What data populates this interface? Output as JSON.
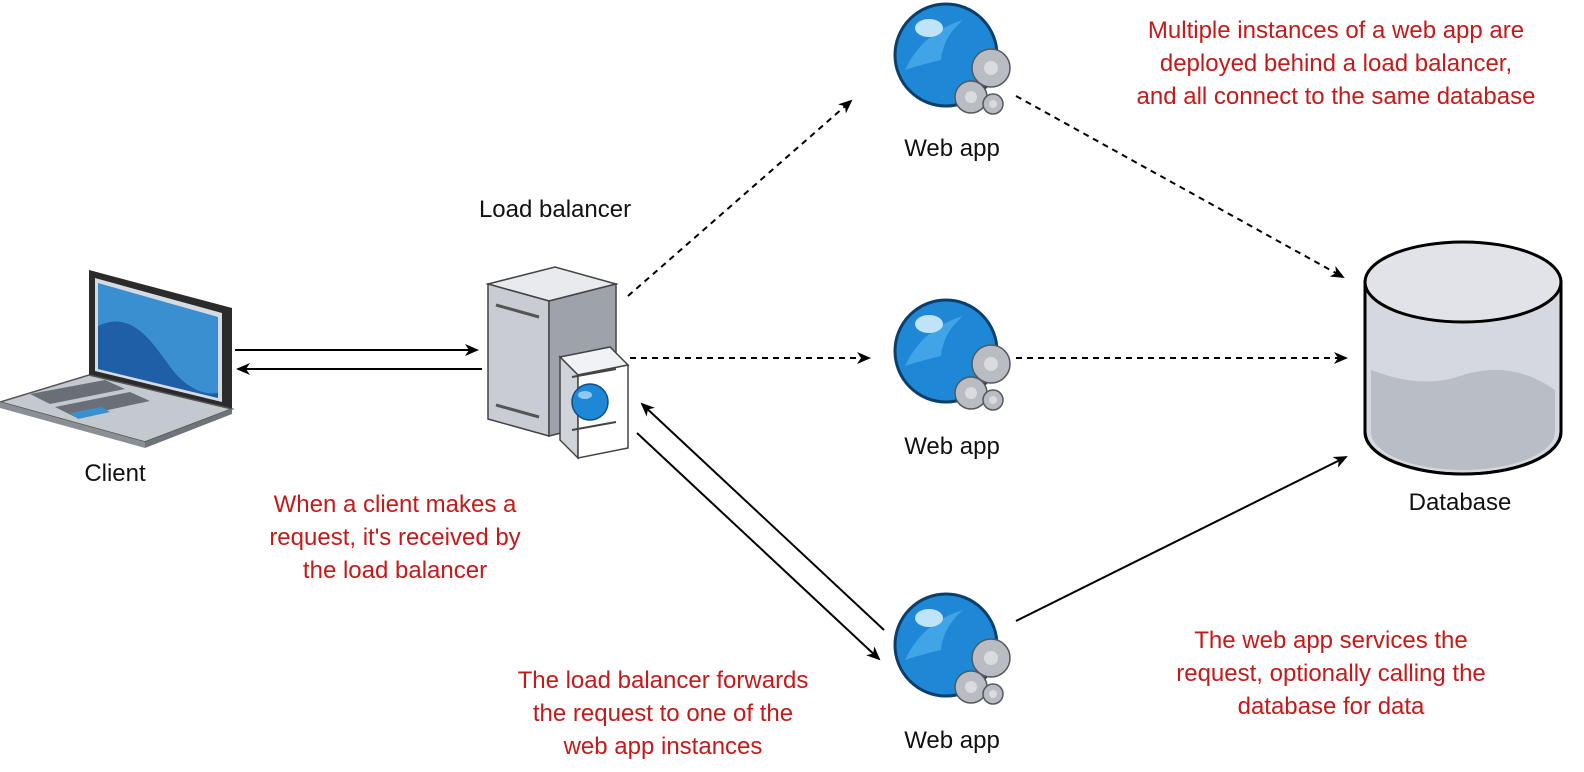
{
  "nodes": {
    "client": {
      "label": "Client",
      "icon": "laptop-icon"
    },
    "load_balancer": {
      "label": "Load balancer",
      "icon": "server-icon"
    },
    "web_app_top": {
      "label": "Web app",
      "icon": "globe-gears-icon"
    },
    "web_app_middle": {
      "label": "Web app",
      "icon": "globe-gears-icon"
    },
    "web_app_bottom": {
      "label": "Web app",
      "icon": "globe-gears-icon"
    },
    "database": {
      "label": "Database",
      "icon": "database-cylinder-icon"
    }
  },
  "notes": {
    "top_right": [
      "Multiple instances of a web app are",
      "deployed behind a load balancer,",
      "and all connect to the same database"
    ],
    "client_request": [
      "When a client makes a",
      "request, it's received by",
      "the load balancer"
    ],
    "forwarding": [
      "The load balancer forwards",
      "the request to one of the",
      "web app instances"
    ],
    "servicing": [
      "The web app services the",
      "request, optionally calling the",
      "database for data"
    ]
  },
  "colors": {
    "note_text": "#c41a1a",
    "label_text": "#111111",
    "connector": "#000000",
    "globe_blue": "#1e88d6",
    "laptop_screen": "#3a8fd0",
    "database_gray": "#d5d8de"
  }
}
